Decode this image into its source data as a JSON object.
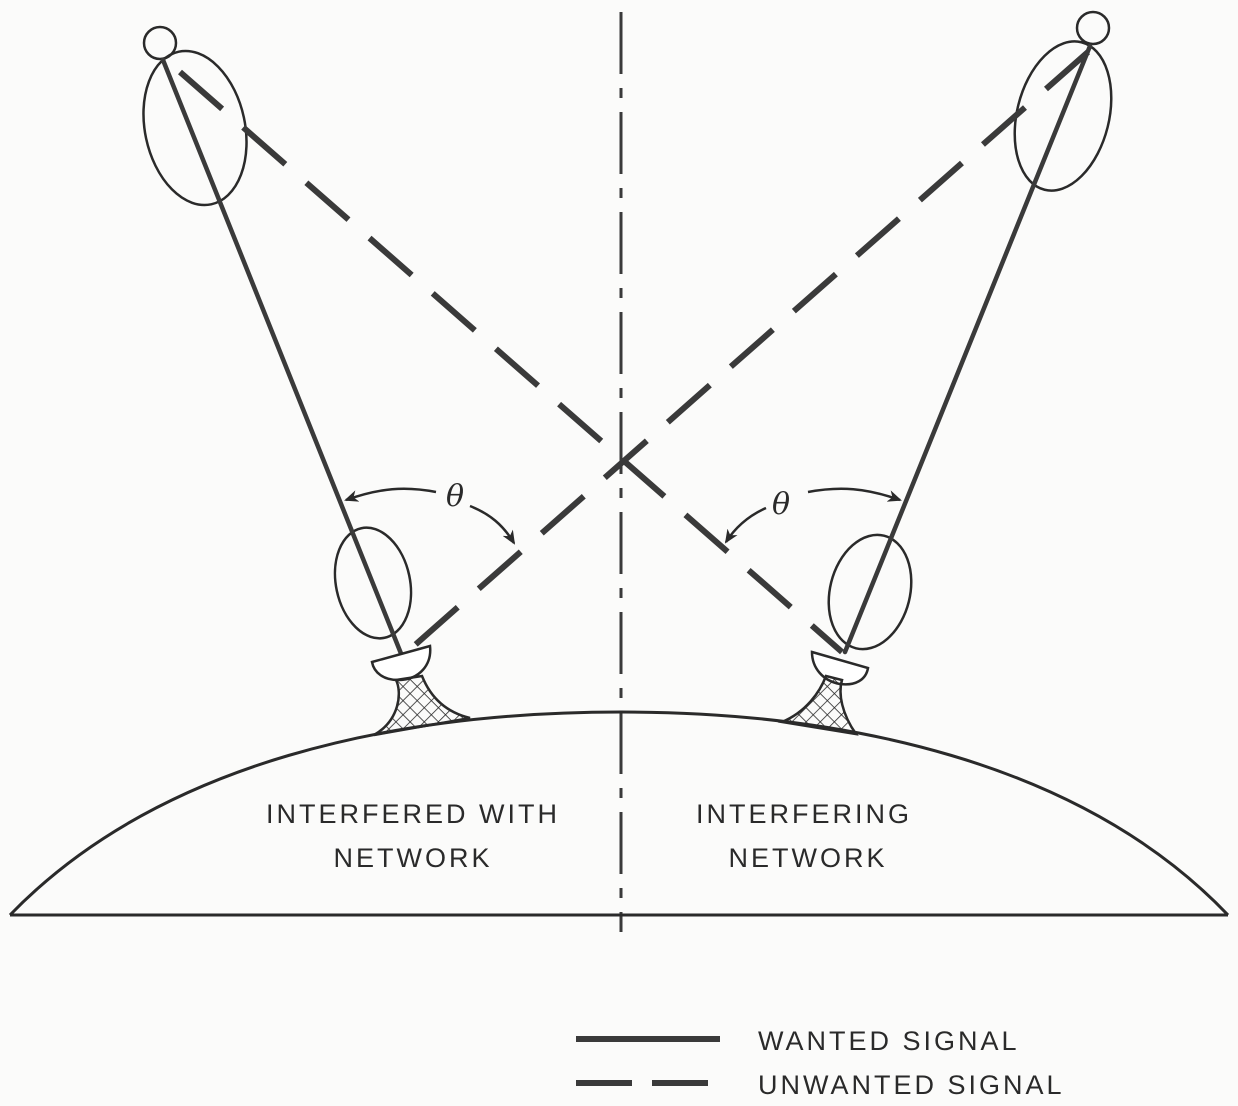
{
  "diagram": {
    "left_network_label_line1": "INTERFERED WITH",
    "left_network_label_line2": "NETWORK",
    "right_network_label_line1": "INTERFERING",
    "right_network_label_line2": "NETWORK",
    "angle_symbol_left": "θ",
    "angle_symbol_right": "θ"
  },
  "legend": {
    "wanted_label": "WANTED SIGNAL",
    "unwanted_label": "UNWANTED SIGNAL"
  },
  "colors": {
    "line": "#3a3a3a",
    "background": "#fbfbfa"
  }
}
